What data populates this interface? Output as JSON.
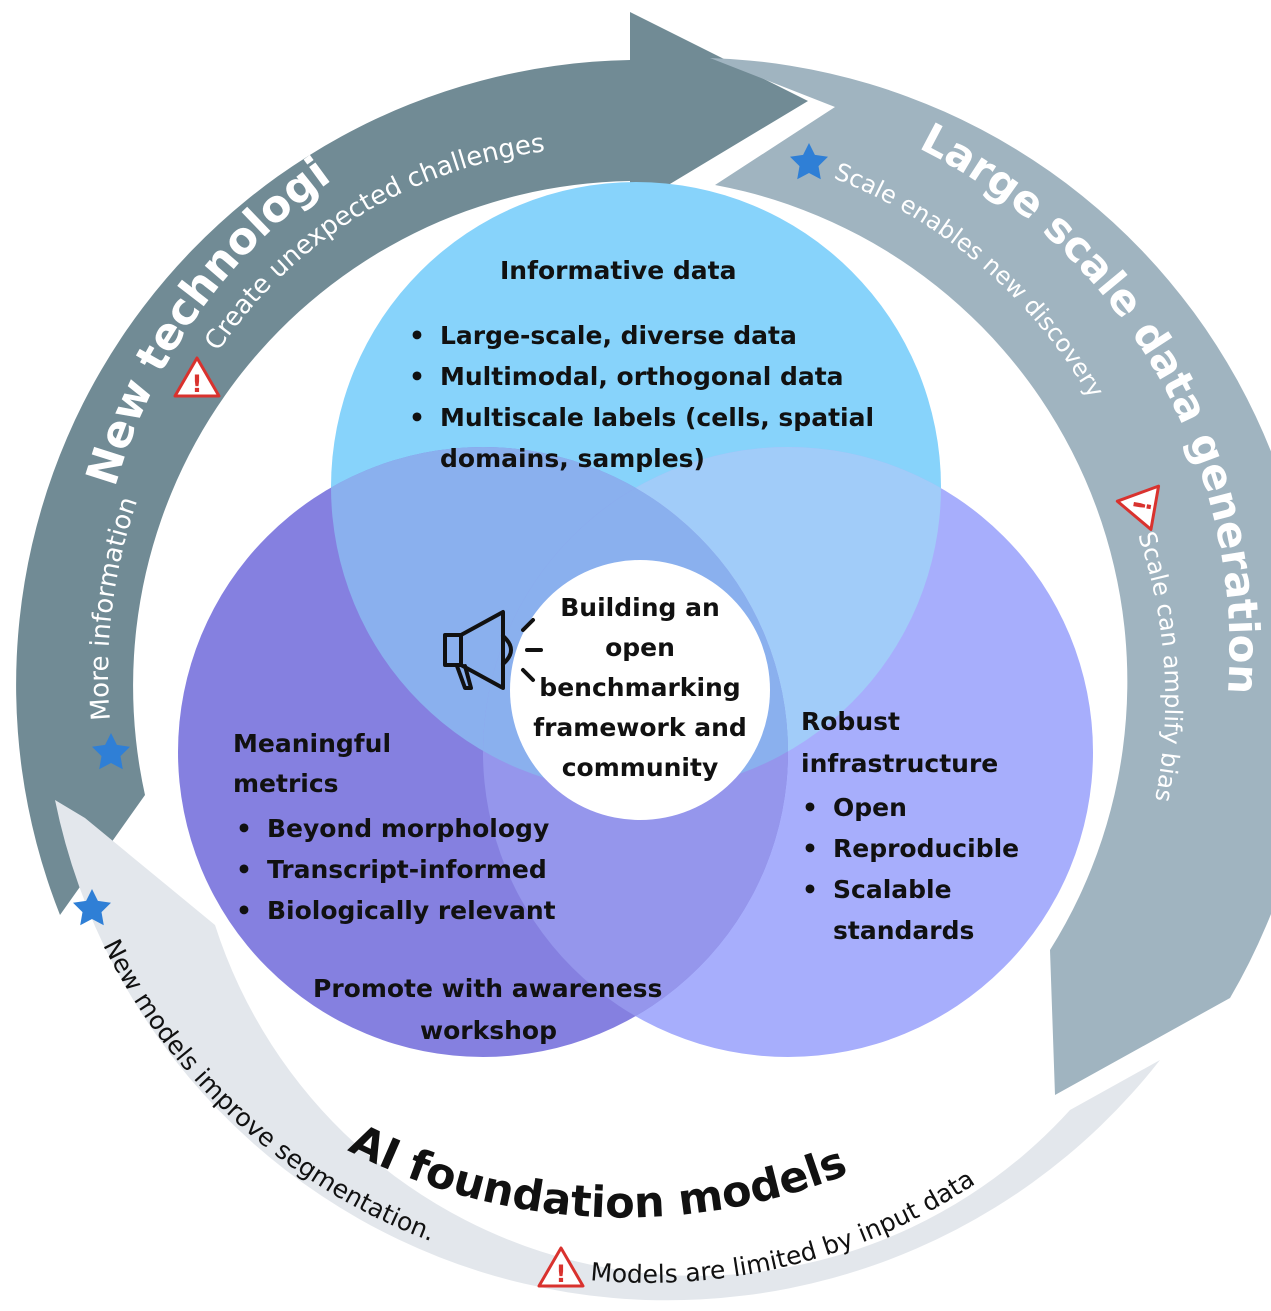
{
  "cycle": {
    "new_technologies": {
      "title": "New technologies",
      "challenge": "Create unexpected challenges",
      "benefit": "More information"
    },
    "large_scale": {
      "title": "Large scale data generation",
      "benefit": "Scale enables new discovery",
      "challenge": "Scale can amplify bias"
    },
    "ai_models": {
      "title": "AI foundation models",
      "benefit": "New models improve segmentation.",
      "challenge": "Models are limited by input data"
    }
  },
  "venn": {
    "informative_data": {
      "title": "Informative data",
      "items": [
        "Large-scale, diverse data",
        "Multimodal, orthogonal data",
        "Multiscale labels (cells, spatial",
        "domains, samples)"
      ]
    },
    "meaningful_metrics": {
      "title_line1": "Meaningful",
      "title_line2": "metrics",
      "items": [
        "Beyond morphology",
        "Transcript-informed",
        "Biologically relevant"
      ],
      "promote_line1": "Promote with awareness",
      "promote_line2": "workshop"
    },
    "robust_infrastructure": {
      "title_line1": "Robust",
      "title_line2": "infrastructure",
      "items": [
        "Open",
        "Reproducible",
        "Scalable",
        "standards"
      ]
    },
    "center": {
      "lines": [
        "Building an",
        "open",
        "benchmarking",
        "framework and",
        "community"
      ]
    }
  },
  "colors": {
    "arrow_dark": "#718b95",
    "arrow_mid": "#a0b4c0",
    "arrow_light": "#e3e7ec",
    "circle_top": "#87d3fb",
    "circle_left": "#8580e0",
    "circle_right": "#a7aefc",
    "overlap_top_left": "#8ab0ee",
    "overlap_top_right": "#a1ccf9",
    "overlap_left_right": "#9596ec",
    "center_fill": "#ffffff",
    "star_blue": "#2f7fd6",
    "warning_red": "#d9322e"
  },
  "icons": [
    "megaphone-icon",
    "warning-icon",
    "star-icon"
  ]
}
